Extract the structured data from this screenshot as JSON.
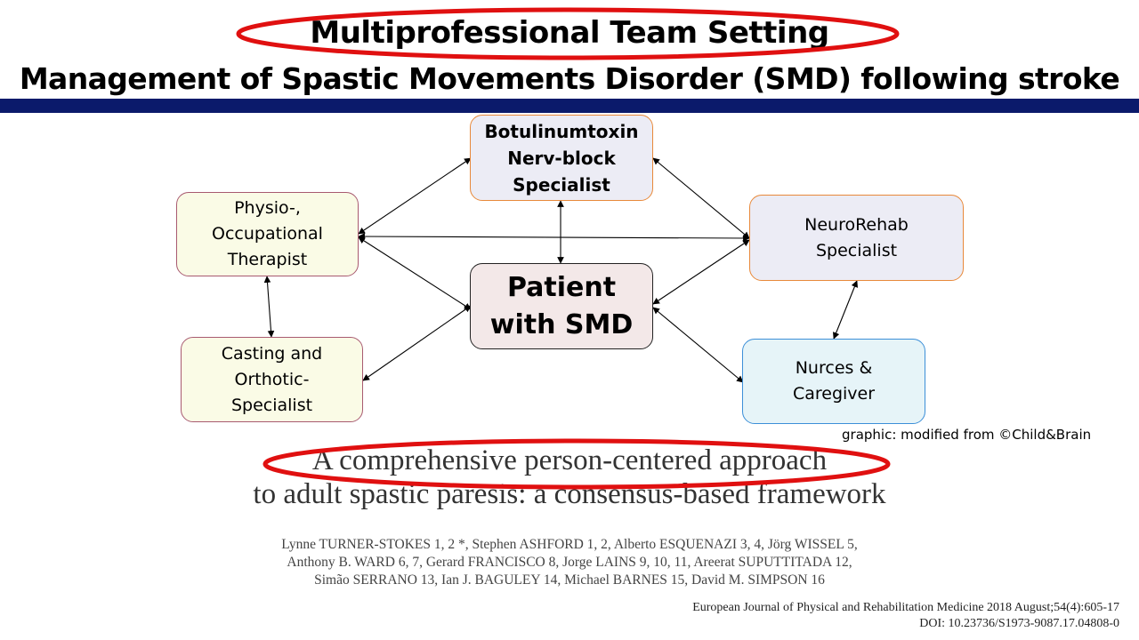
{
  "header": {
    "title": "Multiprofessional Team Setting",
    "subtitle": "Management of Spastic Movements Disorder (SMD) following stroke"
  },
  "diagram": {
    "nodes": {
      "botox": "Botulinumtoxin\nNerv-block\nSpecialist",
      "physio": "Physio-,\nOccupational\nTherapist",
      "neurorehab": "NeuroRehab\nSpecialist",
      "patient": "Patient\nwith SMD",
      "casting": "Casting and\nOrthotic-\nSpecialist",
      "nurses": "Nurces &\nCaregiver"
    },
    "credit": "graphic: modified from ©Child&Brain"
  },
  "paper": {
    "title_line1": "A comprehensive person-centered approach",
    "title_line2": "to adult spastic paresis: a consensus-based framework",
    "authors_line1": "Lynne TURNER-STOKES 1, 2 *, Stephen ASHFORD 1, 2, Alberto ESQUENAZI 3, 4, Jörg WISSEL 5,",
    "authors_line2": "Anthony B. WARD 6, 7, Gerard FRANCISCO 8, Jorge LAINS 9, 10, 11, Areerat SUPUTTITADA 12,",
    "authors_line3": "Simão SERRANO 13, Ian J. BAGULEY 14, Michael BARNES 15, David M. SIMPSON 16",
    "journal": "European Journal of Physical and Rehabilitation Medicine 2018 August;54(4):605-17",
    "doi": "DOI: 10.23736/S1973-9087.17.04808-0"
  },
  "colors": {
    "highlight_ellipse": "#e01010",
    "header_bar": "#0b1a6b"
  }
}
